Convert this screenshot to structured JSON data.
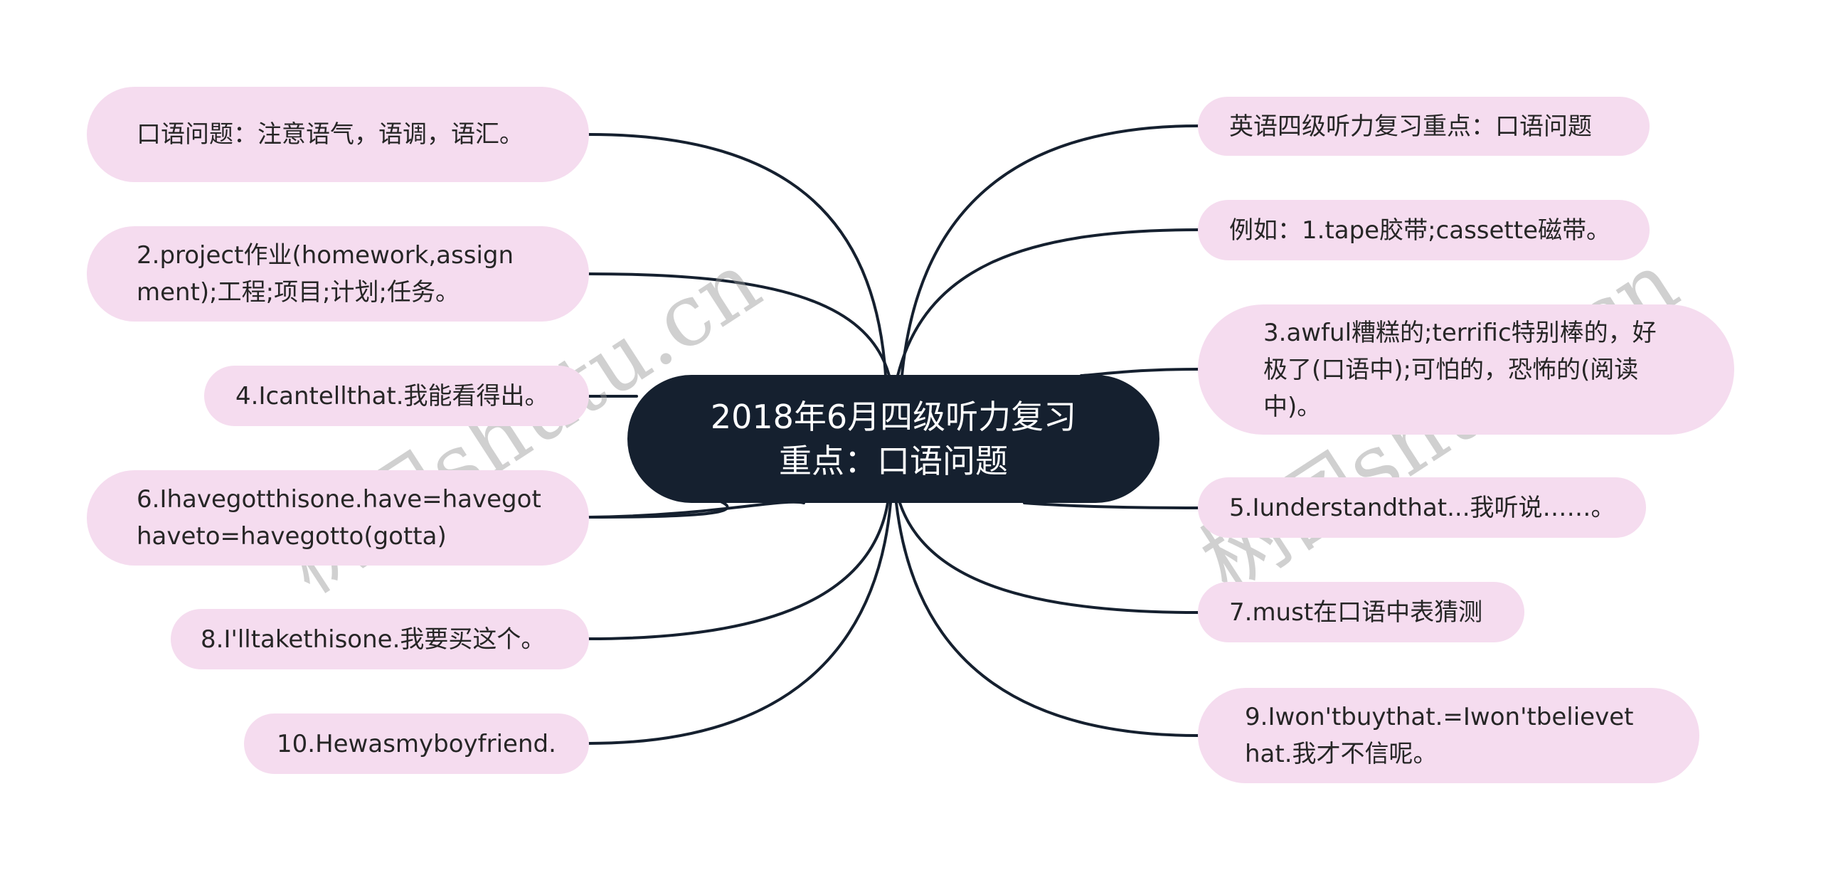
{
  "center": {
    "line1": "2018年6月四级听力复习",
    "line2": "重点：口语问题"
  },
  "left_nodes": [
    {
      "text": "口语问题：注意语气，语调，语汇。"
    },
    {
      "text": "2.project作业(homework,assignment);工程;项目;计划;任务。"
    },
    {
      "text": "4.Icantellthat.我能看得出。"
    },
    {
      "text": "6.Ihavegotthisone.have=havegothaveto=havegotto(gotta)"
    },
    {
      "text": "8.I'lltakethisone.我要买这个。"
    },
    {
      "text": "10.Hewasmyboyfriend."
    }
  ],
  "right_nodes": [
    {
      "text": "英语四级听力复习重点：口语问题"
    },
    {
      "text": "例如：1.tape胶带;cassette磁带。"
    },
    {
      "text": "3.awful糟糕的;terrific特别棒的，好极了(口语中);可怕的，恐怖的(阅读中)。"
    },
    {
      "text": "5.Iunderstandthat...我听说……。"
    },
    {
      "text": "7.must在口语中表猜测"
    },
    {
      "text": "9.Iwon'tbuythat.=Iwon'tbelievethat.我才不信呢。"
    }
  ],
  "watermark": {
    "text": "树图shutu.cn"
  },
  "colors": {
    "center_bg": "#15202f",
    "node_bg": "#f5dcef",
    "line": "#15202f",
    "text": "#262626"
  }
}
